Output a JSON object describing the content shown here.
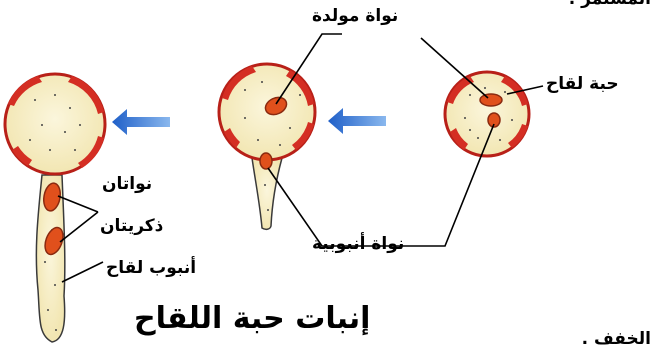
{
  "labels": {
    "top_edge_text": "المستمر .",
    "generative_nucleus": "نواة مولدة",
    "pollen_grain": "حبة لقاح",
    "tube_nucleus": "نواة أنبوبية",
    "two_nuclei": "نواتان",
    "male_nuclei": "ذكريتان",
    "pollen_tube": "أنبوب لقاح",
    "title": "إنبات حبة اللقاح",
    "bottom_edge_text": "الخفف ."
  },
  "colors": {
    "grain_fill": "#f7efc4",
    "grain_outline": "#b82018",
    "exine_patch": "#d42e23",
    "nucleus": "#e0501c",
    "arrow": "#2d6fd0",
    "leader_line": "#000000"
  },
  "icons": {
    "arrow": "arrow-left-icon"
  }
}
